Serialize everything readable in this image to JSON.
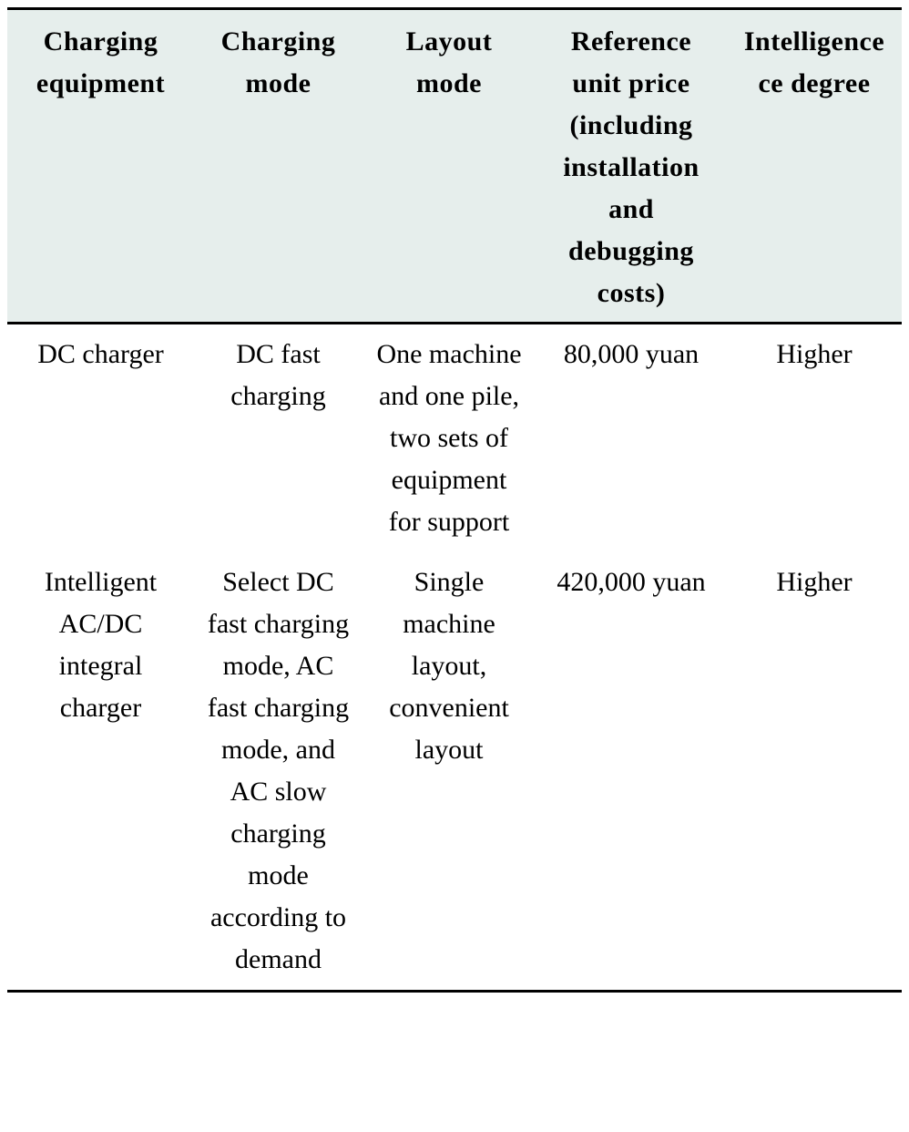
{
  "table": {
    "headers": [
      "Charging equipment",
      "Charging mode",
      "Layout mode",
      "Reference unit price (including installation and debugging costs)",
      "Intelligence ce degree"
    ],
    "rows": [
      [
        "DC charger",
        "DC fast charging",
        "One machine and one pile, two sets of equipment for support",
        "80,000 yuan",
        "Higher"
      ],
      [
        "Intelligent AC/DC integral charger",
        "Select DC fast charging mode, AC fast charging mode, and AC slow charging mode according to demand",
        "Single machine layout, convenient layout",
        "420,000 yuan",
        "Higher"
      ]
    ]
  }
}
